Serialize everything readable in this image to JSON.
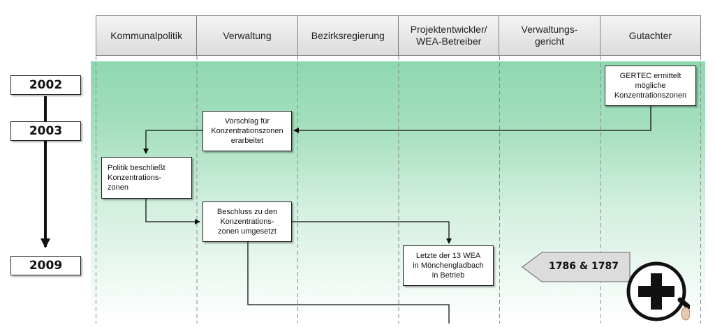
{
  "lanes": [
    "Kommunalpolitik",
    "Verwaltung",
    "Bezirksregierung",
    "Projektentwickler/\nWEA-Betreiber",
    "Verwaltungs-\ngericht",
    "Gutachter"
  ],
  "years": [
    "2002",
    "2003",
    "2009"
  ],
  "boxes": {
    "gertec": "GERTEC ermittelt\nmögliche\nKonzentrationszonen",
    "vorschlag": "Vorschlag für\nKonzentrationszonen\nerarbeitet",
    "politik": "Politik beschließt\nKonzentrations-\nzonen",
    "beschluss": "Beschluss zu den\nKonzentrations-\nzonen umgesetzt",
    "letzte": "Letzte der 13 WEA\nin Mönchengladbach\nin Betrieb"
  },
  "reference_label": "1786 & 1787",
  "icons": {
    "zoom": "magnifier-plus-icon"
  },
  "colors": {
    "band_top": "#8fd8b0",
    "band_bottom": "#ffffff",
    "line": "#111111"
  }
}
